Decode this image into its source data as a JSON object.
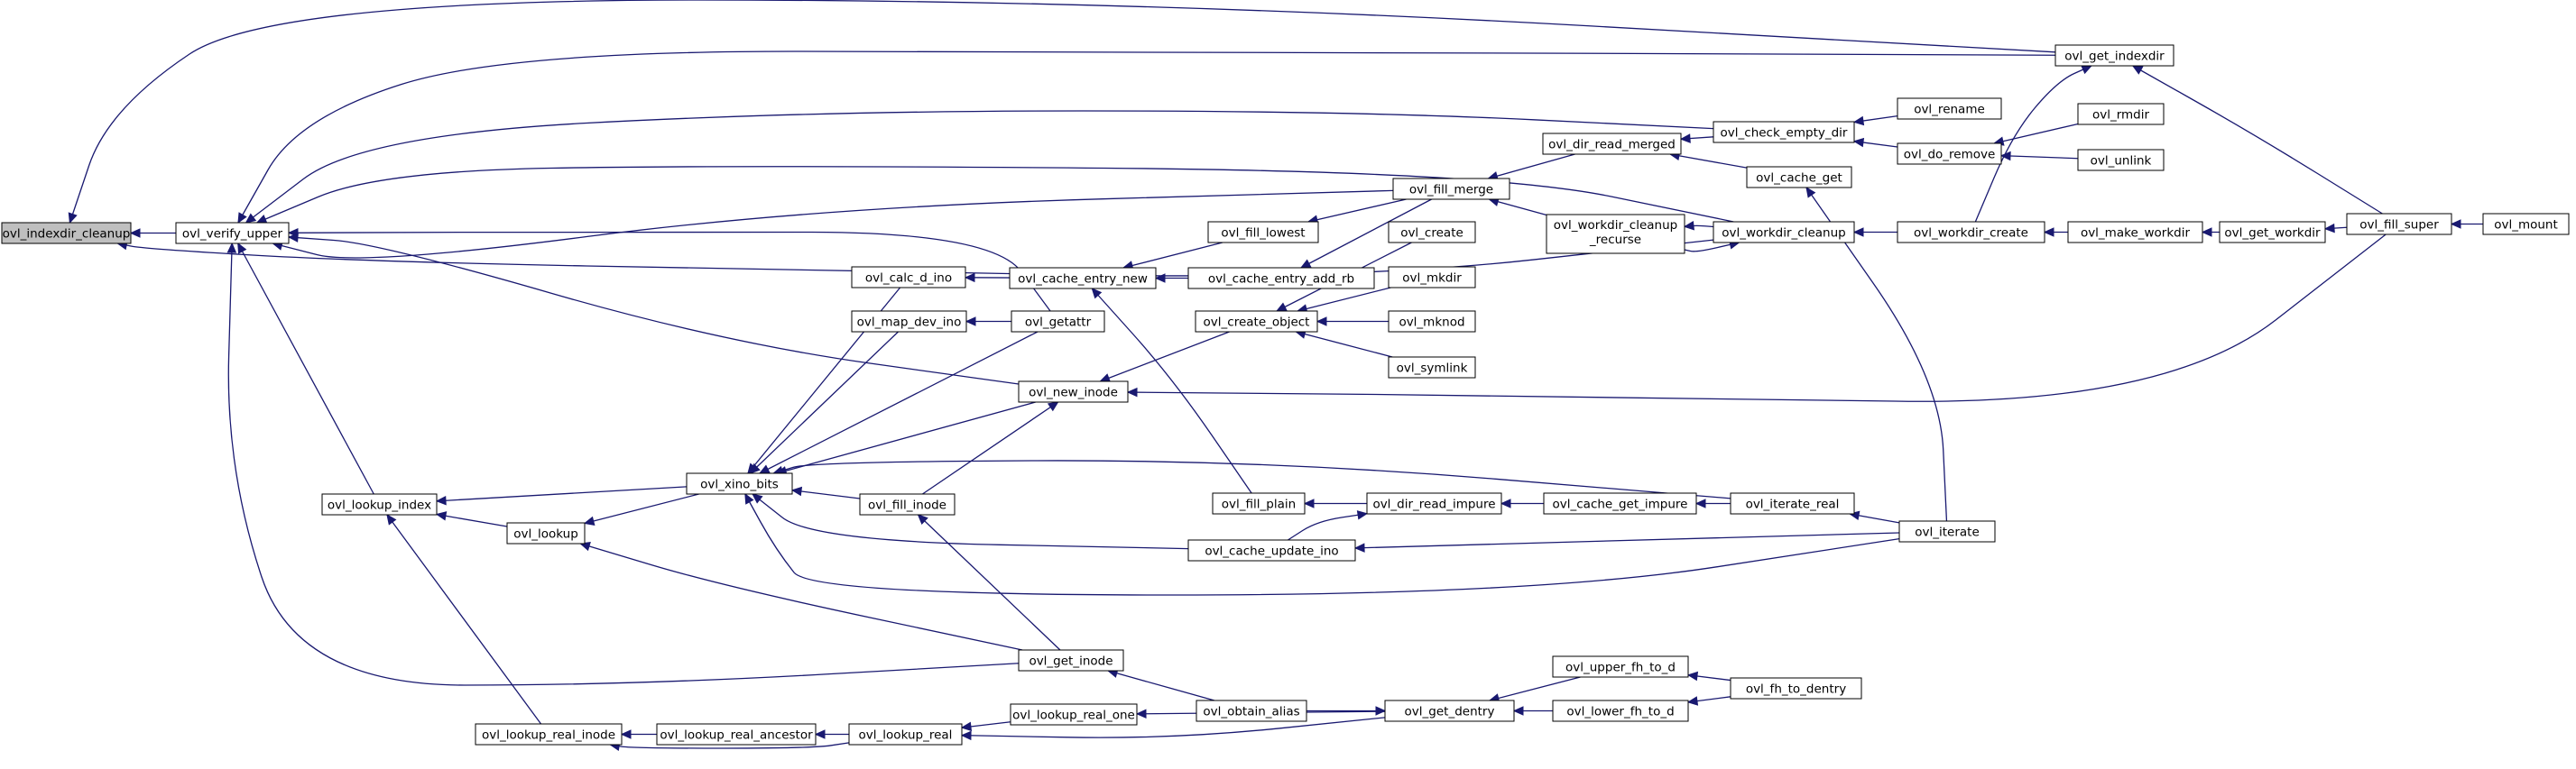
{
  "diagram": {
    "type": "call-graph",
    "colors": {
      "edge": "#191970",
      "root_fill": "#bfbfbf",
      "node_fill": "#ffffff",
      "node_border": "#000000"
    },
    "nodes": [
      {
        "id": "n0",
        "label": "ovl_indexdir_cleanup",
        "root": true
      },
      {
        "id": "n1",
        "label": "ovl_verify_upper"
      },
      {
        "id": "n2",
        "label": "ovl_get_indexdir"
      },
      {
        "id": "n3",
        "label": "ovl_fill_super"
      },
      {
        "id": "n4",
        "label": "ovl_mount"
      },
      {
        "id": "n5",
        "label": "ovl_lookup_index"
      },
      {
        "id": "n6",
        "label": "ovl_lookup"
      },
      {
        "id": "n7",
        "label": "ovl_lookup_real_inode"
      },
      {
        "id": "n8",
        "label": "ovl_lookup_real_ancestor"
      },
      {
        "id": "n9",
        "label": "ovl_lookup_real"
      },
      {
        "id": "n10",
        "label": "ovl_lookup_real_one"
      },
      {
        "id": "n11",
        "label": "ovl_get_dentry"
      },
      {
        "id": "n12",
        "label": "ovl_upper_fh_to_d"
      },
      {
        "id": "n13",
        "label": "ovl_lower_fh_to_d"
      },
      {
        "id": "n14",
        "label": "ovl_fh_to_dentry"
      },
      {
        "id": "n15",
        "label": "ovl_xino_bits"
      },
      {
        "id": "n16",
        "label": "ovl_calc_d_ino"
      },
      {
        "id": "n17",
        "label": "ovl_map_dev_ino"
      },
      {
        "id": "n18",
        "label": "ovl_getattr"
      },
      {
        "id": "n19",
        "label": "ovl_new_inode"
      },
      {
        "id": "n20",
        "label": "ovl_fill_inode"
      },
      {
        "id": "n21",
        "label": "ovl_get_inode"
      },
      {
        "id": "n22",
        "label": "ovl_obtain_alias"
      },
      {
        "id": "n23",
        "label": "ovl_cache_entry_new"
      },
      {
        "id": "n24",
        "label": "ovl_fill_lowest"
      },
      {
        "id": "n25",
        "label": "ovl_cache_entry_add_rb"
      },
      {
        "id": "n26",
        "label": "ovl_fill_merge"
      },
      {
        "id": "n27",
        "label": "ovl_fill_plain"
      },
      {
        "id": "n28",
        "label": "ovl_dir_read_impure"
      },
      {
        "id": "n29",
        "label": "ovl_cache_get_impure"
      },
      {
        "id": "n30",
        "label": "ovl_iterate_real"
      },
      {
        "id": "n31",
        "label": "ovl_iterate"
      },
      {
        "id": "n32",
        "label": "ovl_cache_update_ino"
      },
      {
        "id": "n33",
        "label": "ovl_create_object"
      },
      {
        "id": "n34",
        "label": "ovl_create"
      },
      {
        "id": "n35",
        "label": "ovl_mkdir"
      },
      {
        "id": "n36",
        "label": "ovl_mknod"
      },
      {
        "id": "n37",
        "label": "ovl_symlink"
      },
      {
        "id": "n38",
        "label": "ovl_dir_read_merged"
      },
      {
        "id": "n39",
        "label": "ovl_check_empty_dir"
      },
      {
        "id": "n40",
        "label": "ovl_rename"
      },
      {
        "id": "n41",
        "label": "ovl_do_remove"
      },
      {
        "id": "n42",
        "label": "ovl_rmdir"
      },
      {
        "id": "n43",
        "label": "ovl_unlink"
      },
      {
        "id": "n44",
        "label": "ovl_cache_get"
      },
      {
        "id": "n45",
        "label": "ovl_workdir_cleanup_recurse",
        "lines": [
          "ovl_workdir_cleanup",
          "_recurse"
        ]
      },
      {
        "id": "n46",
        "label": "ovl_workdir_cleanup"
      },
      {
        "id": "n47",
        "label": "ovl_workdir_create"
      },
      {
        "id": "n48",
        "label": "ovl_make_workdir"
      },
      {
        "id": "n49",
        "label": "ovl_get_workdir"
      }
    ],
    "edges": [
      {
        "from": "n1",
        "to": "n0"
      },
      {
        "from": "n2",
        "to": "n0"
      },
      {
        "from": "n46",
        "to": "n0"
      },
      {
        "from": "n2",
        "to": "n1"
      },
      {
        "from": "n39",
        "to": "n1"
      },
      {
        "from": "n46",
        "to": "n1"
      },
      {
        "from": "n26",
        "to": "n1"
      },
      {
        "from": "n18",
        "to": "n1"
      },
      {
        "from": "n19",
        "to": "n1"
      },
      {
        "from": "n5",
        "to": "n1"
      },
      {
        "from": "n21",
        "to": "n1"
      },
      {
        "from": "n3",
        "to": "n2"
      },
      {
        "from": "n47",
        "to": "n2"
      },
      {
        "from": "n4",
        "to": "n3"
      },
      {
        "from": "n15",
        "to": "n5"
      },
      {
        "from": "n6",
        "to": "n5"
      },
      {
        "from": "n7",
        "to": "n5"
      },
      {
        "from": "n15",
        "to": "n6"
      },
      {
        "from": "n21",
        "to": "n6"
      },
      {
        "from": "n8",
        "to": "n7"
      },
      {
        "from": "n9",
        "to": "n7"
      },
      {
        "from": "n9",
        "to": "n8"
      },
      {
        "from": "n10",
        "to": "n9"
      },
      {
        "from": "n11",
        "to": "n9"
      },
      {
        "from": "n11",
        "to": "n10"
      },
      {
        "from": "n22",
        "to": "n11"
      },
      {
        "from": "n12",
        "to": "n11"
      },
      {
        "from": "n13",
        "to": "n11"
      },
      {
        "from": "n14",
        "to": "n12"
      },
      {
        "from": "n14",
        "to": "n13"
      },
      {
        "from": "n16",
        "to": "n15"
      },
      {
        "from": "n17",
        "to": "n15"
      },
      {
        "from": "n18",
        "to": "n15"
      },
      {
        "from": "n19",
        "to": "n15"
      },
      {
        "from": "n20",
        "to": "n15"
      },
      {
        "from": "n30",
        "to": "n15"
      },
      {
        "from": "n32",
        "to": "n15"
      },
      {
        "from": "n31",
        "to": "n15"
      },
      {
        "from": "n23",
        "to": "n16"
      },
      {
        "from": "n18",
        "to": "n17"
      },
      {
        "from": "n33",
        "to": "n19"
      },
      {
        "from": "n3",
        "to": "n19"
      },
      {
        "from": "n20",
        "to": "n19"
      },
      {
        "from": "n21",
        "to": "n20"
      },
      {
        "from": "n22",
        "to": "n21"
      },
      {
        "from": "n24",
        "to": "n23"
      },
      {
        "from": "n25",
        "to": "n23"
      },
      {
        "from": "n27",
        "to": "n23"
      },
      {
        "from": "n26",
        "to": "n24"
      },
      {
        "from": "n26",
        "to": "n25"
      },
      {
        "from": "n38",
        "to": "n26"
      },
      {
        "from": "n45",
        "to": "n26"
      },
      {
        "from": "n28",
        "to": "n27"
      },
      {
        "from": "n29",
        "to": "n28"
      },
      {
        "from": "n32",
        "to": "n28"
      },
      {
        "from": "n30",
        "to": "n29"
      },
      {
        "from": "n31",
        "to": "n30"
      },
      {
        "from": "n31",
        "to": "n32"
      },
      {
        "from": "n34",
        "to": "n33"
      },
      {
        "from": "n35",
        "to": "n33"
      },
      {
        "from": "n36",
        "to": "n33"
      },
      {
        "from": "n37",
        "to": "n33"
      },
      {
        "from": "n39",
        "to": "n38"
      },
      {
        "from": "n44",
        "to": "n38"
      },
      {
        "from": "n40",
        "to": "n39"
      },
      {
        "from": "n41",
        "to": "n39"
      },
      {
        "from": "n42",
        "to": "n41"
      },
      {
        "from": "n43",
        "to": "n41"
      },
      {
        "from": "n31",
        "to": "n44"
      },
      {
        "from": "n46",
        "to": "n45"
      },
      {
        "from": "n45",
        "to": "n46"
      },
      {
        "from": "n47",
        "to": "n46"
      },
      {
        "from": "n48",
        "to": "n47"
      },
      {
        "from": "n49",
        "to": "n48"
      },
      {
        "from": "n3",
        "to": "n49"
      }
    ]
  }
}
